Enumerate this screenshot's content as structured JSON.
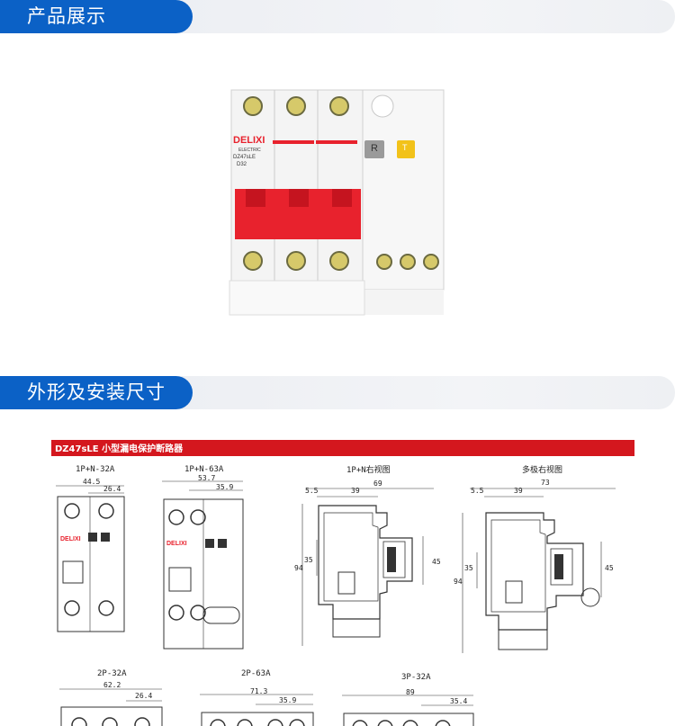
{
  "sections": {
    "product_display": "产品展示",
    "dimensions": "外形及安装尺寸"
  },
  "product": {
    "brand": "DELIXI",
    "brand_sub": "ELECTRIC",
    "model": "DZ47sLE",
    "rating": "D32",
    "reset_label": "R",
    "test_label": "T"
  },
  "spec_header": "DZ47sLE 小型漏电保护断路器",
  "drawings": {
    "d1": {
      "title": "1P+N-32A",
      "w_total": "44.5",
      "w_part": "26.4"
    },
    "d2": {
      "title": "1P+N-63A",
      "w_total": "53.7",
      "w_part": "35.9"
    },
    "d3": {
      "title": "1P+N右视图",
      "a": "5.5",
      "b": "39",
      "c": "69",
      "h1": "94",
      "h2": "35",
      "h3": "45"
    },
    "d4": {
      "title": "多极右视图",
      "a": "5.5",
      "b": "39",
      "c": "73",
      "h1": "94",
      "h2": "35",
      "h3": "45"
    },
    "d5": {
      "title": "2P-32A",
      "w_total": "62.2",
      "w_part": "26.4"
    },
    "d6": {
      "title": "2P-63A",
      "w_total": "71.3",
      "w_part": "35.9"
    },
    "d7": {
      "title": "3P-32A",
      "w_total": "89",
      "w_part": "35.4"
    }
  },
  "colors": {
    "accent": "#0b61c6",
    "header_red": "#d4171e",
    "breaker_red": "#e8222d"
  }
}
